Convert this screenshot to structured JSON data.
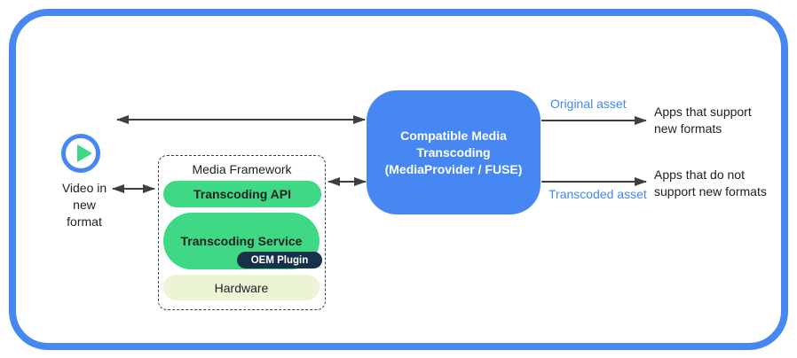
{
  "colors": {
    "border_blue": "#4687F2",
    "box_blue": "#4687F2",
    "label_blue": "#4285F4",
    "green": "#3FD986",
    "dark_navy": "#16314A",
    "pale_green": "#ECF4D6",
    "arrow_dark": "#3C4043",
    "text_dark": "#202124"
  },
  "diagram": {
    "video_source": {
      "icon": "play-icon",
      "label": "Video in\nnew\nformat"
    },
    "media_framework": {
      "title": "Media Framework",
      "layers": [
        {
          "label": "Transcoding API"
        },
        {
          "label": "Transcoding Service",
          "plugin": "OEM Plugin"
        },
        {
          "label": "Hardware"
        }
      ]
    },
    "transcoder": {
      "label": "Compatible Media\nTranscoding\n(MediaProvider / FUSE)"
    },
    "outputs": [
      {
        "asset_label": "Original asset",
        "destination": "Apps that support\nnew formats"
      },
      {
        "asset_label": "Transcoded asset",
        "destination": "Apps that do not\nsupport new formats"
      }
    ]
  }
}
